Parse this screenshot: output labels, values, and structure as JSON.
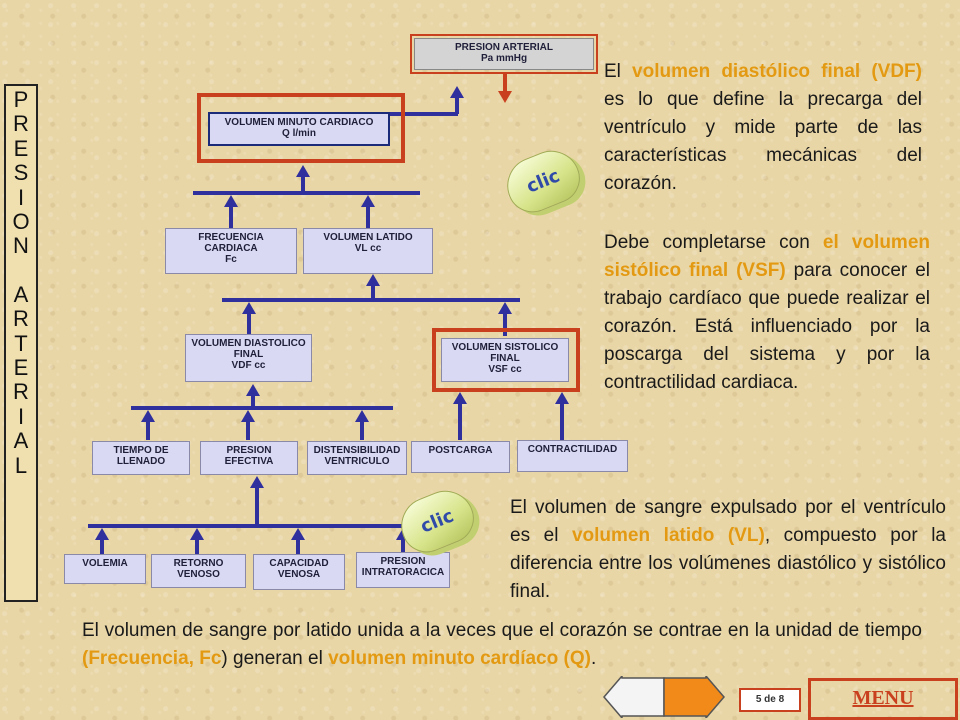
{
  "sidebar": {
    "letters": [
      "P",
      "R",
      "E",
      "S",
      "I",
      "O",
      "N",
      "",
      "A",
      "R",
      "T",
      "E",
      "R",
      "I",
      "A",
      "L"
    ]
  },
  "diagram": {
    "presion_arterial": [
      "PRESION ARTERIAL",
      "Pa mmHg"
    ],
    "volumen_minuto": [
      "VOLUMEN MINUTO CARDIACO",
      "Q  l/min"
    ],
    "frecuencia": [
      "FRECUENCIA",
      "CARDIACA",
      "Fc"
    ],
    "volumen_latido": [
      "VOLUMEN LATIDO",
      "VL cc"
    ],
    "vdf": [
      "VOLUMEN DIASTOLICO",
      "FINAL",
      "VDF cc"
    ],
    "vsf": [
      "VOLUMEN SISTOLICO",
      "FINAL",
      "VSF cc"
    ],
    "tiempo_llenado": [
      "TIEMPO DE",
      "LLENADO"
    ],
    "presion_efectiva": [
      "PRESION",
      "EFECTIVA"
    ],
    "distensibilidad": [
      "DISTENSIBILIDAD",
      "VENTRICULO"
    ],
    "postcarga": [
      "POSTCARGA"
    ],
    "contractilidad": [
      "CONTRACTILIDAD"
    ],
    "volemia": [
      "VOLEMIA"
    ],
    "retorno_venoso": [
      "RETORNO",
      "VENOSO"
    ],
    "capacidad_venosa": [
      "CAPACIDAD",
      "VENOSA"
    ],
    "presion_intratoracica": [
      "PRESION",
      "INTRATORACICA"
    ]
  },
  "clic_label": "clic",
  "text": {
    "p1": [
      {
        "t": "El ",
        "hl": false
      },
      {
        "t": "volumen diastólico final (VDF)",
        "hl": true
      },
      {
        "t": " es lo que define la precarga del ventrículo y mide parte de las características mecánicas del corazón.",
        "hl": false
      }
    ],
    "p2": [
      {
        "t": "Debe completarse con ",
        "hl": false
      },
      {
        "t": "el volumen sistólico final (VSF)",
        "hl": true
      },
      {
        "t": " para conocer el trabajo cardíaco que puede realizar el corazón. Está influenciado por la poscarga del sistema y por la contractilidad cardiaca.",
        "hl": false
      }
    ],
    "p3": [
      {
        "t": "El volumen de sangre expulsado por el ventrículo es el ",
        "hl": false
      },
      {
        "t": "volumen latido (VL)",
        "hl": true
      },
      {
        "t": ", compuesto por la diferencia entre los volúmenes diastólico y sistólico final.",
        "hl": false
      }
    ],
    "p4": [
      {
        "t": "El volumen de sangre por latido unida a la veces que el corazón se contrae en la unidad de tiempo ",
        "hl": false
      },
      {
        "t": "(Frecuencia, Fc",
        "hl": true
      },
      {
        "t": ") generan el ",
        "hl": false
      },
      {
        "t": "volumen minuto cardíaco (Q)",
        "hl": true
      },
      {
        "t": ".",
        "hl": false
      }
    ]
  },
  "nav": {
    "page_counter": "5 de 8",
    "menu_label": "MENU"
  },
  "colors": {
    "background": "#e9d6a6",
    "accent_red": "#c9401f",
    "connector_blue": "#2f2f9d",
    "highlight_orange": "#e39a12",
    "next_arrow_fill": "#f28a1a"
  }
}
